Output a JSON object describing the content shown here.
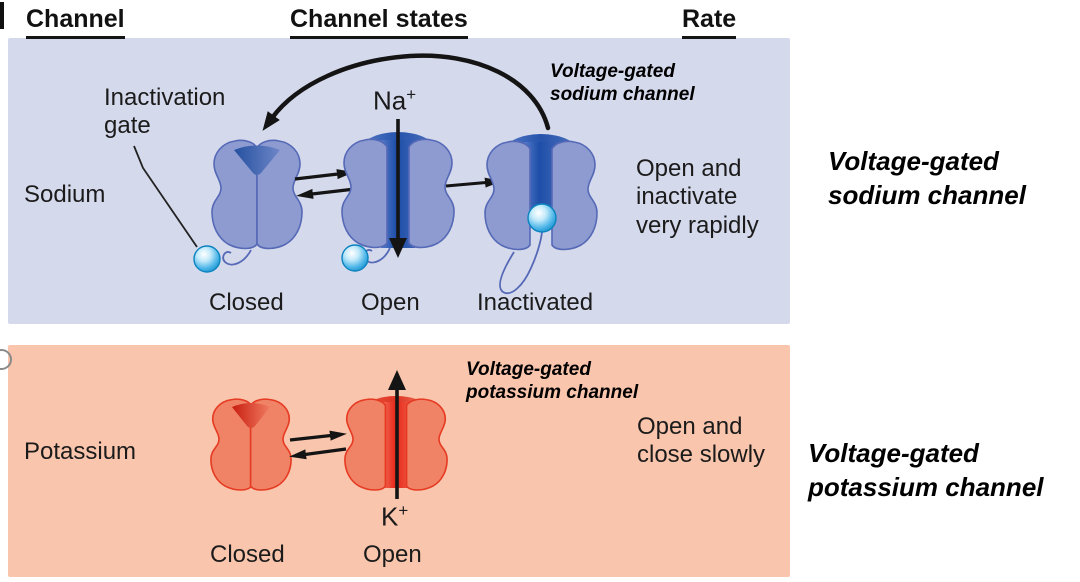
{
  "header": {
    "channel": "Channel",
    "channel_states": "Channel states",
    "rate": "Rate"
  },
  "sodium_panel": {
    "channel_label": "Sodium",
    "inactivation_gate_label": "Inactivation\ngate",
    "ion": {
      "base": "Na",
      "charge": "+"
    },
    "internal_title": "Voltage-gated\nsodium channel",
    "states": {
      "closed": "Closed",
      "open": "Open",
      "inactivated": "Inactivated"
    },
    "rate_text": "Open and\ninactivate\nvery rapidly"
  },
  "potassium_panel": {
    "channel_label": "Potassium",
    "ion": {
      "base": "K",
      "charge": "+"
    },
    "internal_title": "Voltage-gated\npotassium channel",
    "states": {
      "closed": "Closed",
      "open": "Open"
    },
    "rate_text": "Open and\nclose slowly"
  },
  "side_labels": {
    "sodium": "Voltage-gated\nsodium channel",
    "potassium": "Voltage-gated\npotassium channel"
  },
  "colors": {
    "sodium_panel_bg": "#d5d9ec",
    "potassium_panel_bg": "#f9c5ac",
    "channel_blue": "#8e9bd1",
    "channel_blue_outline": "#5569b6",
    "pore_blue": "#1d4ea8",
    "channel_red": "#f08266",
    "channel_red_outline": "#e63a22",
    "pore_red": "#e7281a",
    "inactivation_ball_blue": "#2aa3dc",
    "text": "#1b1b1b"
  }
}
